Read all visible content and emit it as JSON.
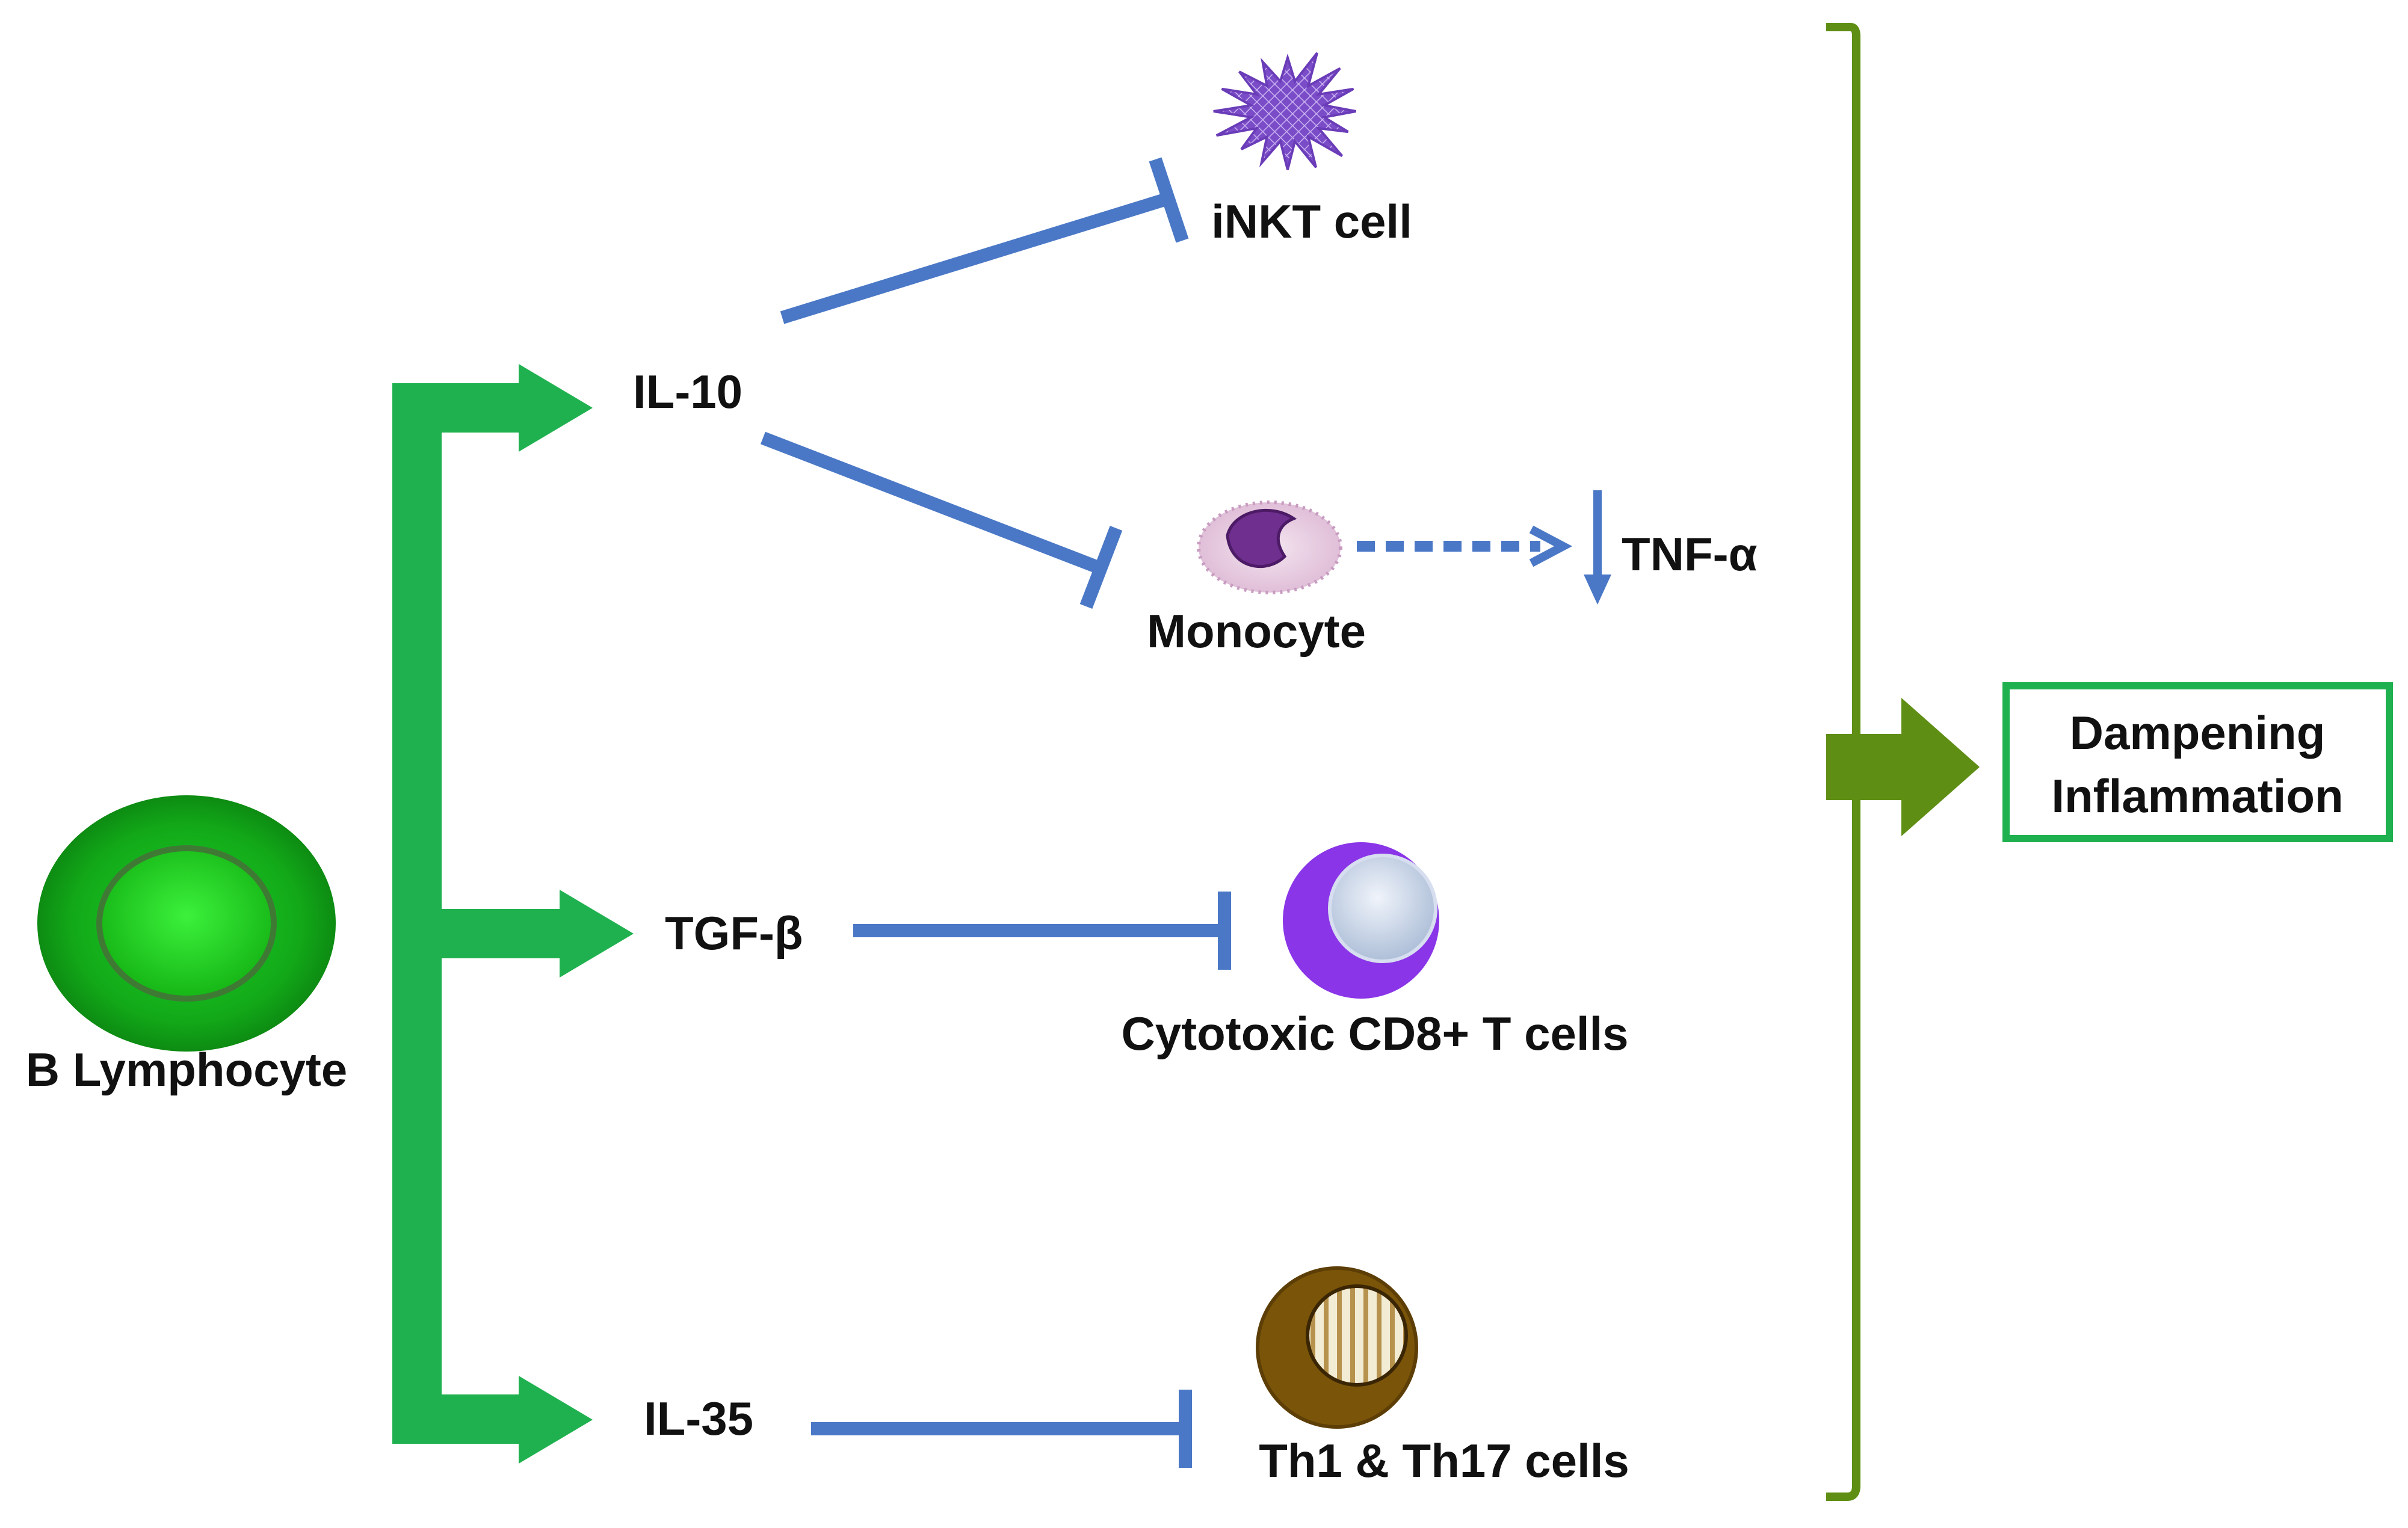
{
  "diagram": {
    "source_cell": {
      "label": "B Lymphocyte"
    },
    "cytokines": {
      "il10": {
        "label": "IL-10"
      },
      "tgfb": {
        "label": "TGF-β"
      },
      "il35": {
        "label": "IL-35"
      }
    },
    "targets": {
      "inkt": {
        "label": "iNKT cell",
        "icon": "spiky-star-cell-icon",
        "color": "#7b4cc8"
      },
      "monocyte": {
        "label": "Monocyte",
        "icon": "monocyte-cell-icon",
        "color": "#9a5bb3"
      },
      "tnf": {
        "label": "TNF-α"
      },
      "cd8": {
        "label": "Cytotoxic CD8+ T cells",
        "icon": "t-cell-icon",
        "color": "#8a35e8"
      },
      "th": {
        "label": "Th1 & Th17 cells",
        "icon": "th-cell-icon",
        "color": "#7a5408"
      }
    },
    "outcome": {
      "line1": "Dampening",
      "line2": "Inflammation"
    },
    "colors": {
      "activation_arrow": "#1fb14f",
      "inhibition_line": "#4a78c6",
      "bracket": "#5e8e14",
      "outcome_box_border": "#1fb14f"
    }
  }
}
